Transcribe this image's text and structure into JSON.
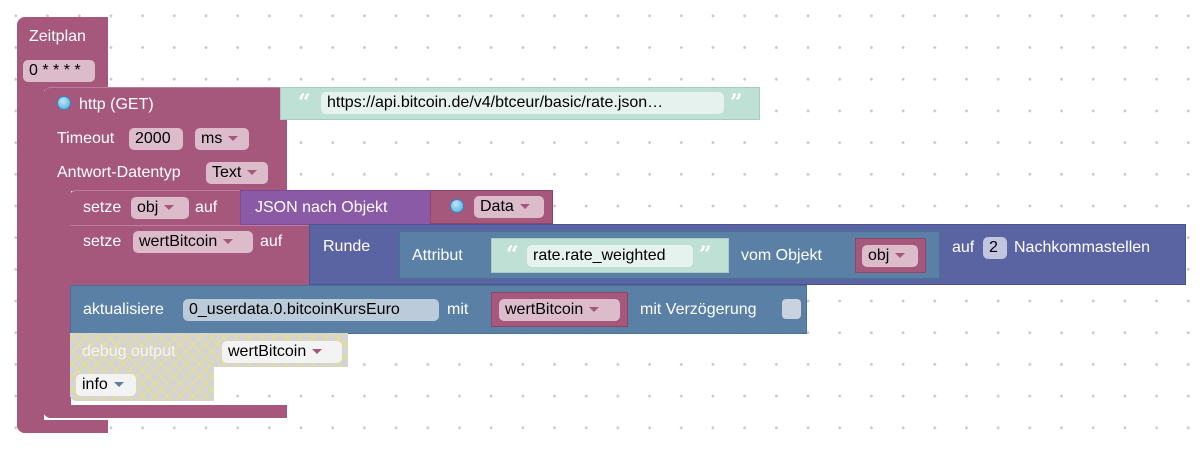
{
  "schedule": {
    "title": "Zeitplan",
    "cron": "0 * * * *"
  },
  "http": {
    "icon": "globe-icon",
    "title": "http (GET)",
    "url": "https://api.bitcoin.de/v4/btceur/basic/rate.json…",
    "timeout_label": "Timeout",
    "timeout_value": "2000",
    "timeout_unit": "ms",
    "response_type_label": "Antwort-Datentyp",
    "response_type": "Text"
  },
  "set_obj": {
    "label": "setze",
    "var": "obj",
    "to": "auf",
    "json_label": "JSON nach Objekt",
    "data_var": "Data"
  },
  "set_wert": {
    "label": "setze",
    "var": "wertBitcoin",
    "to": "auf",
    "round_label": "Runde",
    "attr_label": "Attribut",
    "attr_value": "rate.rate_weighted",
    "from_object_label": "vom Objekt",
    "obj_var": "obj",
    "decimals_prefix": "auf",
    "decimals": "2",
    "decimals_suffix": "Nachkommastellen"
  },
  "update": {
    "label": "aktualisiere",
    "state": "0_userdata.0.bitcoinKursEuro",
    "with": "mit",
    "var": "wertBitcoin",
    "delay_label": "mit Verzögerung",
    "delay_checked": false
  },
  "debug": {
    "label": "debug output",
    "var": "wertBitcoin",
    "level": "info"
  },
  "colors": {
    "procedure": "#a5587c",
    "json": "#8a5aa6",
    "math": "#5b64a3",
    "object": "#5a80a6",
    "text": "#bfe0d4"
  }
}
